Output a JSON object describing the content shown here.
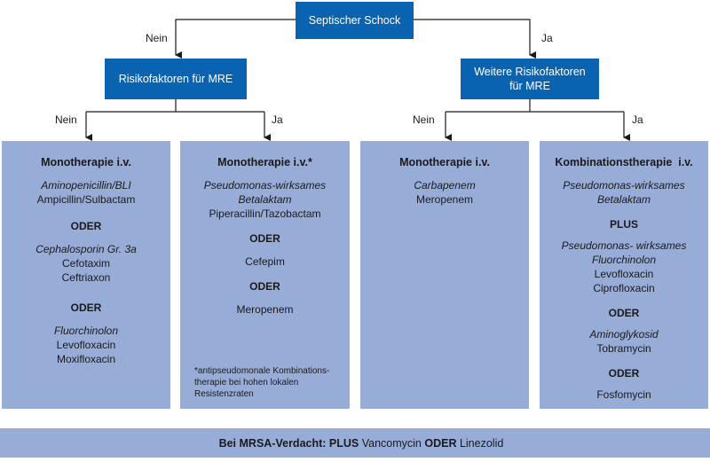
{
  "top_node": "Septischer Schock",
  "left_node": "Risikofaktoren für MRE",
  "right_node": {
    "line1": "Weitere Risikofaktoren",
    "line2": "für MRE"
  },
  "edge_labels": {
    "nein": "Nein",
    "ja": "Ja"
  },
  "panels": [
    {
      "title": "Monotherapie i.v.",
      "groups": [
        {
          "italic": "Aminopenicillin/BLI",
          "items": [
            "Ampicillin/Sulbactam"
          ]
        },
        {
          "italic": "Cephalosporin Gr. 3a",
          "items": [
            "Cefotaxim",
            "Ceftriaxon"
          ]
        },
        {
          "italic": "Fluorchinolon",
          "items": [
            "Levofloxacin",
            "Moxifloxacin"
          ]
        }
      ],
      "separator": "ODER"
    },
    {
      "title": "Monotherapie i.v.*",
      "groups": [
        {
          "italic1": "Pseudomonas-wirksames",
          "italic2": "Betalaktam",
          "items": [
            "Piperacillin/Tazobactam"
          ]
        },
        {
          "items": [
            "Cefepim"
          ]
        },
        {
          "items": [
            "Meropenem"
          ]
        }
      ],
      "separator": "ODER",
      "note": {
        "line1": "*antipseudomonale Kombinations-",
        "line2": "therapie bei hohen lokalen",
        "line3": "Resistenzraten"
      }
    },
    {
      "title": "Monotherapie i.v.",
      "groups": [
        {
          "italic": "Carbapenem",
          "items": [
            "Meropenem"
          ]
        }
      ]
    },
    {
      "title": "Kombinationstherapie  i.v.",
      "groups": [
        {
          "italic1": "Pseudomonas-wirksames",
          "italic2": "Betalaktam"
        },
        {
          "italic1": "Pseudomonas- wirksames",
          "italic2": "Fluorchinolon",
          "items": [
            "Levofloxacin",
            "Ciprofloxacin"
          ]
        },
        {
          "italic": "Aminoglykosid",
          "items": [
            "Tobramycin"
          ]
        },
        {
          "items": [
            "Fosfomycin"
          ]
        }
      ],
      "plus": "PLUS",
      "separator": "ODER"
    }
  ],
  "footer": {
    "part1": "Bei MRSA-Verdacht: PLUS",
    "part2": " Vancomycin ",
    "part3": "ODER",
    "part4": " Linezolid"
  },
  "colors": {
    "node": "#0a63b0",
    "panel": "#98acd8",
    "line": "#1a1a1a"
  }
}
